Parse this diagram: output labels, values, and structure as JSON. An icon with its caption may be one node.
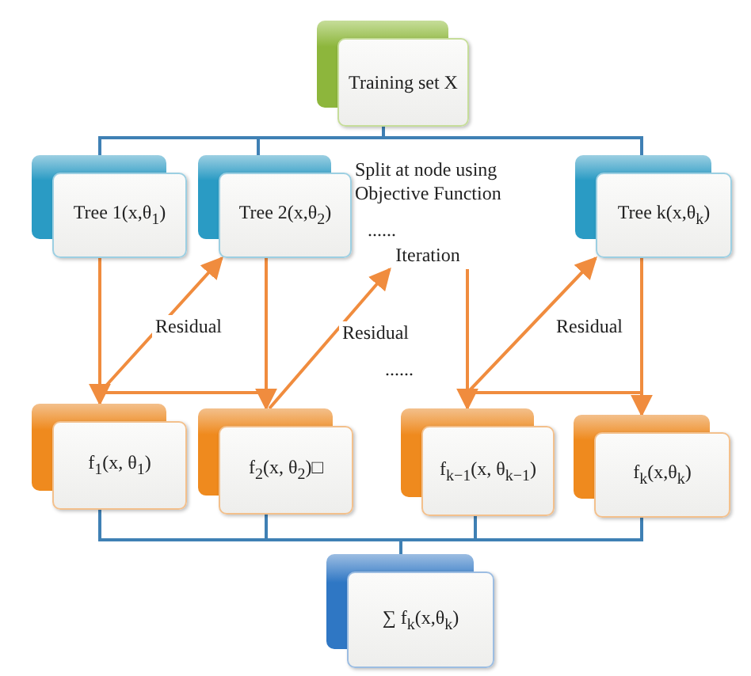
{
  "diagram": {
    "nodes": [
      {
        "text": [
          "Training set X"
        ]
      },
      {
        "text": [
          "Tree 1(x,θ$_{1}$)"
        ]
      },
      {
        "text": [
          "Tree 2(x,θ$_{2}$)"
        ]
      },
      {
        "text": [
          "Tree k(x,θ$_{k}$)"
        ]
      },
      {
        "text": [
          "f$_{1}$(x, θ$_{1}$)"
        ]
      },
      {
        "text": [
          "f$_{2}$(x, θ$_{2}$)□"
        ]
      },
      {
        "text": [
          "f$_{k−1}$(x, θ$_{k−1}$)"
        ]
      },
      {
        "text": [
          "f$_{k}$(x,θ$_{k}$)"
        ]
      },
      {
        "text": [
          "∑ f$_{k}$(x,θ$_{k}$)"
        ]
      },
      {
        "text": [
          "Iteration"
        ]
      }
    ],
    "edges": [
      {
        "from": 0,
        "to": 1,
        "arrow": "none",
        "color": "#3f80b4"
      },
      {
        "from": 0,
        "to": 2,
        "arrow": "none",
        "color": "#3f80b4"
      },
      {
        "from": 0,
        "to": 3,
        "arrow": "none",
        "color": "#3f80b4"
      },
      {
        "from": 1,
        "to": 4,
        "arrow": "to"
      },
      {
        "from": 4,
        "to": 2,
        "arrow": "to",
        "label": "Residual"
      },
      {
        "from": 2,
        "to": 5,
        "arrow": "to"
      },
      {
        "from": 5,
        "to": 9,
        "arrow": "to",
        "label": "Residual"
      },
      {
        "from": 9,
        "to": 6,
        "arrow": "to"
      },
      {
        "from": 6,
        "to": 3,
        "arrow": "to",
        "label": "Residual"
      },
      {
        "from": 3,
        "to": 7,
        "arrow": "to"
      },
      {
        "from": 4,
        "to": 5,
        "arrow": "none"
      },
      {
        "from": 6,
        "to": 7,
        "arrow": "none"
      },
      {
        "from": 4,
        "to": 8,
        "arrow": "none",
        "color": "#3f80b4"
      },
      {
        "from": 5,
        "to": 8,
        "arrow": "none",
        "color": "#3f80b4"
      },
      {
        "from": 6,
        "to": 8,
        "arrow": "none",
        "color": "#3f80b4"
      },
      {
        "from": 7,
        "to": 8,
        "arrow": "none",
        "color": "#3f80b4"
      }
    ],
    "labels": [
      "Split at node using Objective Function",
      "......",
      "......"
    ]
  }
}
